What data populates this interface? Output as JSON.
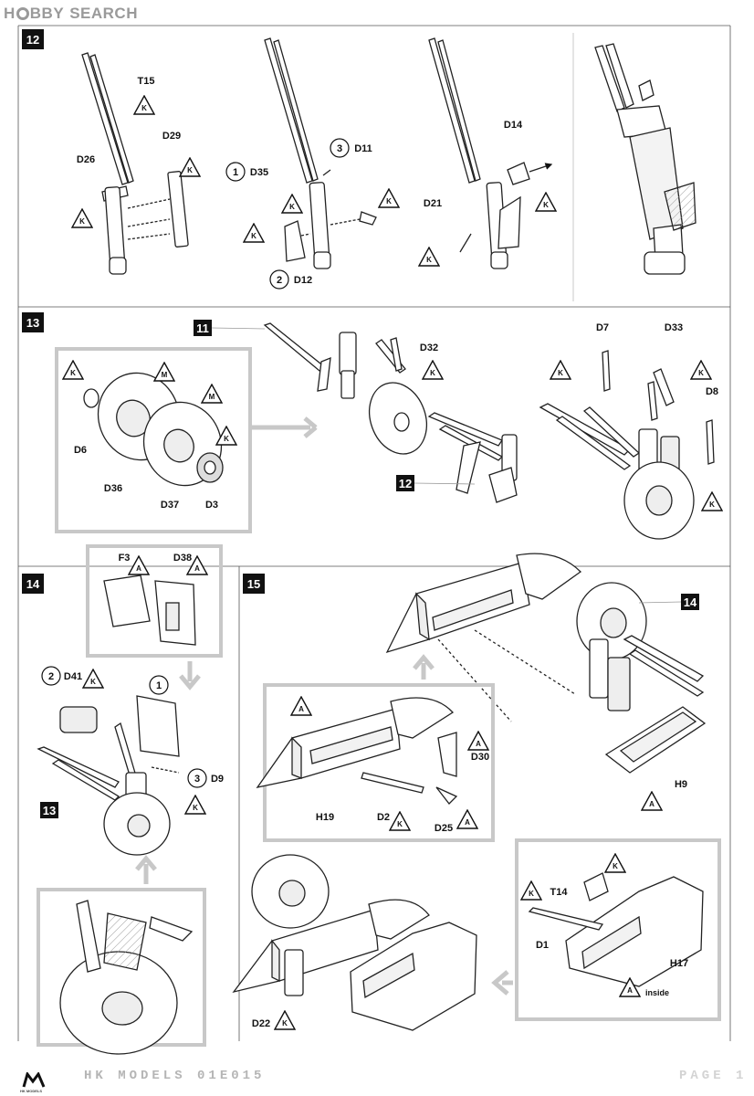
{
  "watermark": {
    "part1": "H",
    "part2": "BBY",
    "part3": "SEARCH"
  },
  "steps": {
    "s12": {
      "number": "12",
      "labels": {
        "t15": "T15",
        "d29": "D29",
        "d26": "D26",
        "d35": "D35",
        "d11": "D11",
        "d12": "D12",
        "d14": "D14",
        "d21": "D21"
      },
      "seq": {
        "one": "1",
        "two": "2",
        "three": "3"
      }
    },
    "s13": {
      "number": "13",
      "ref11": "11",
      "ref12": "12",
      "labels": {
        "d6": "D6",
        "d36": "D36",
        "d37": "D37",
        "d3": "D3",
        "d32": "D32",
        "d7": "D7",
        "d33": "D33",
        "d8": "D8"
      }
    },
    "s14": {
      "number": "14",
      "ref13": "13",
      "labels": {
        "f3": "F3",
        "d38": "D38",
        "d41": "D41",
        "d9": "D9"
      },
      "seq": {
        "one": "1",
        "two": "2",
        "three": "3"
      }
    },
    "s15": {
      "number": "15",
      "ref14": "14",
      "labels": {
        "h9": "H9",
        "d30": "D30",
        "h19": "H19",
        "d2": "D2",
        "d25": "D25",
        "t14": "T14",
        "d1": "D1",
        "h17": "H17",
        "d22": "D22",
        "inside": "inside"
      }
    }
  },
  "symbols": {
    "k": "K",
    "m": "M",
    "a": "A"
  },
  "footer": {
    "brand": "HK MODELS",
    "code": "HK MODELS 01E015",
    "page": "PAGE 1"
  }
}
